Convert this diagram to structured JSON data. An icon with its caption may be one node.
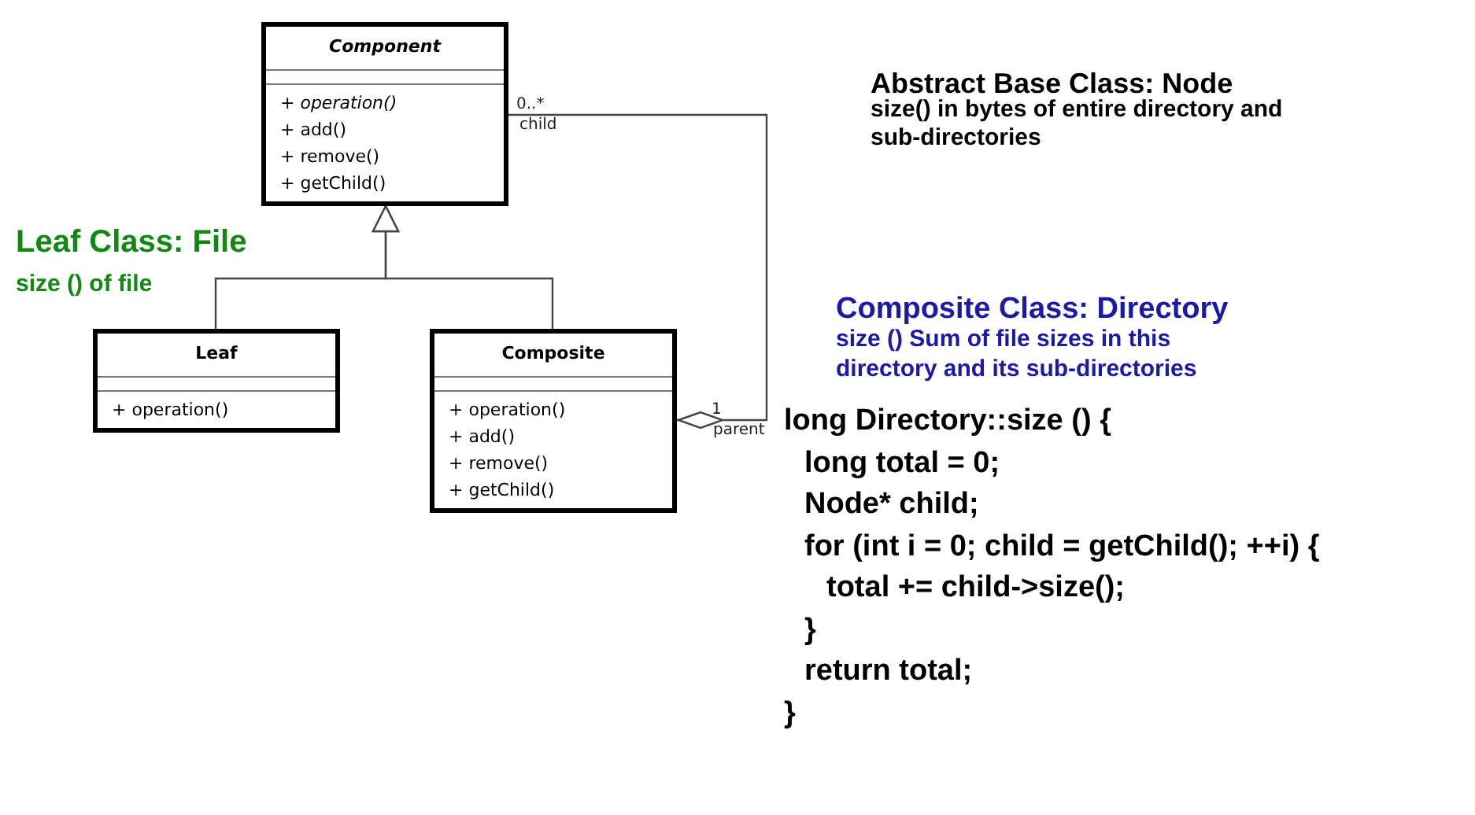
{
  "diagram": {
    "nodes": [
      {
        "text": [
          "Component",
          "+ *operation()*",
          "+ add()",
          "+ remove()",
          "+ getChild()"
        ]
      },
      {
        "text": [
          "Leaf",
          "+ operation()"
        ]
      },
      {
        "text": [
          "Composite",
          "+ operation()",
          "+ add()",
          "+ remove()",
          "+ getChild()"
        ]
      }
    ],
    "edges": [
      {
        "from": 1,
        "to": 0,
        "arrow": "to"
      },
      {
        "from": 2,
        "to": 0,
        "arrow": "to"
      },
      {
        "from": 2,
        "to": 0,
        "arrow": "other"
      }
    ],
    "labels": [
      "Abstract Base Class: Node",
      "size() in bytes of entire directory and sub-directories",
      "0..*",
      "child",
      "Leaf Class: File",
      "size () of file",
      "Composite Class: Directory",
      "size () Sum of file sizes in this directory and its sub-directories",
      "1",
      "parent",
      "long Directory::size () {",
      "long total = 0;",
      "Node* child;",
      "for (int i = 0; child = getChild(); ++i) {",
      "total += child->size();",
      "}",
      "return total;",
      "}"
    ]
  }
}
